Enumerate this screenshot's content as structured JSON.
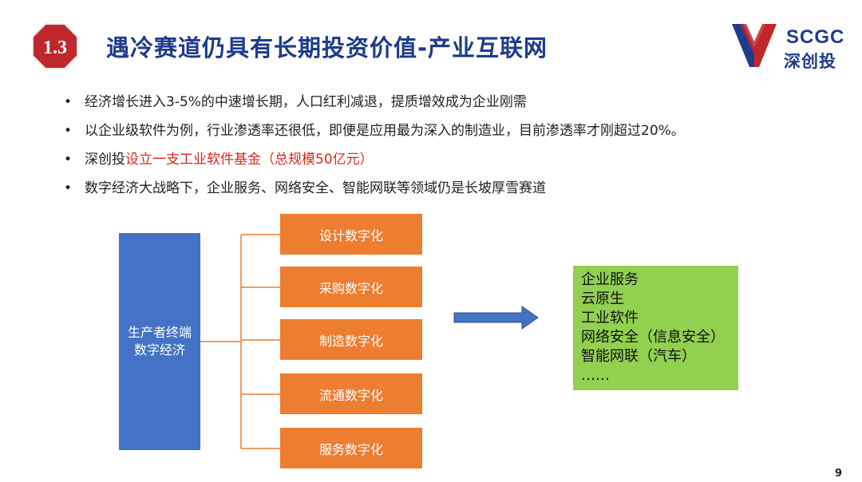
{
  "header": {
    "section_number": "1.3",
    "title": "遇冷赛道仍具有长期投资价值-产业互联网",
    "logo_en": "SCGC",
    "logo_cn": "深创投"
  },
  "bullets": {
    "b1": "经济增长进入3-5%的中速增长期，人口红利减退，提质增效成为企业刚需",
    "b2": "以企业级软件为例，行业渗透率还很低，即便是应用最为深入的制造业，目前渗透率才刚超过20%。",
    "b3_prefix": "深创投",
    "b3_highlight": "设立一支工业软件基金（总规模50亿元）",
    "b4": "数字经济大战略下，企业服务、网络安全、智能网联等领域仍是长坡厚雪赛道"
  },
  "diagram": {
    "source_line1": "生产者终端",
    "source_line2": "数字经济",
    "branches": [
      "设计数字化",
      "采购数字化",
      "制造数字化",
      "流通数字化",
      "服务数字化"
    ],
    "targets": [
      "企业服务",
      "云原生",
      "工业软件",
      "网络安全（信息安全）",
      "智能网联（汽车）",
      "……"
    ]
  },
  "colors": {
    "title": "#1f3b8c",
    "badge": "#c0272d",
    "highlight": "#e0261c",
    "source_box": "#4472c4",
    "branch_box": "#ed7d31",
    "target_box": "#92d050"
  },
  "icons": {
    "badge": "red-octagon-badge",
    "logo": "scgc-v-logo",
    "arrow": "right-arrow-icon"
  },
  "footer": {
    "page_number": "9"
  }
}
